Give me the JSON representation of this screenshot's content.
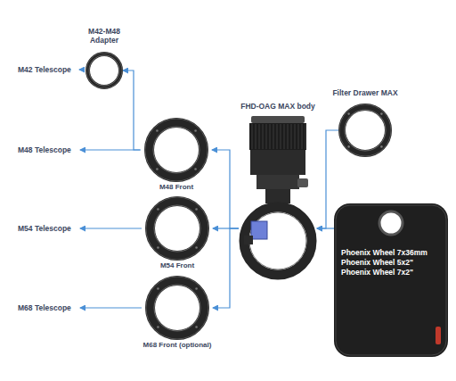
{
  "diagram": {
    "nodes": [
      {
        "text": [
          "M42-M48 Adapter"
        ]
      },
      {
        "text": [
          "M48 Front"
        ]
      },
      {
        "text": [
          "M54 Front"
        ]
      },
      {
        "text": [
          "M68 Front (optional)"
        ]
      },
      {
        "text": [
          "FHD-OAG MAX body"
        ]
      },
      {
        "text": [
          "Filter Drawer MAX"
        ]
      },
      {
        "text": [
          "Phoenix Wheel 7x36mm",
          "Phoenix Wheel 5x2\"",
          "Phoenix Wheel 7x2\""
        ]
      }
    ],
    "edges": [
      {
        "from": 4,
        "to": 1,
        "arrow": "to"
      },
      {
        "from": 4,
        "to": 2,
        "arrow": "to"
      },
      {
        "from": 4,
        "to": 3,
        "arrow": "to"
      },
      {
        "from": 5,
        "to": 4,
        "arrow": "to"
      },
      {
        "from": 6,
        "to": 4,
        "arrow": "to"
      },
      {
        "from": 1,
        "to": 0,
        "arrow": "to"
      }
    ],
    "labels": [
      "M42 Telescope",
      "M48 Telescope",
      "M54 Telescope",
      "M68 Telescope"
    ]
  }
}
